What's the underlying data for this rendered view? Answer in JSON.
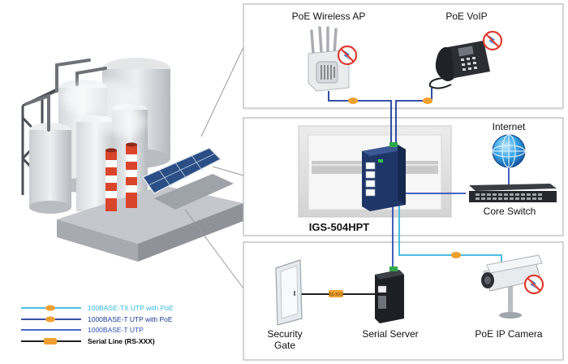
{
  "devices": {
    "wireless_ap": "PoE Wireless AP",
    "voip": "PoE VoIP",
    "internet": "Internet",
    "core_switch": "Core Switch",
    "switch_model": "IGS-504HPT",
    "security_gate": [
      "Security",
      "Gate"
    ],
    "serial_server": "Serial Server",
    "ip_camera": "PoE IP Camera"
  },
  "legend": [
    {
      "label": "100BASE-TX UTP with PoE",
      "color": "#33b6e0",
      "badge": true
    },
    {
      "label": "1000BASE-T UTP with PoE",
      "color": "#1a3a9a",
      "badge": true
    },
    {
      "label": "1000BASE-T UTP",
      "color": "#2d4fb8",
      "badge": false
    },
    {
      "label": "Serial Line (RS-XXX)",
      "color": "#000000",
      "badge": true
    }
  ],
  "colors": {
    "poe_fast": "#33b6e0",
    "poe_gig": "#1a3a9a",
    "gig": "#2d4fb8",
    "serial": "#000000",
    "badge": "#f0a030",
    "panel_border": "#b8b8b8"
  },
  "icons": [
    "factory-illustration",
    "access-point-icon",
    "voip-phone-icon",
    "no-power-icon",
    "globe-icon",
    "core-switch-icon",
    "industrial-switch-icon",
    "door-icon",
    "serial-server-icon",
    "ip-camera-icon"
  ]
}
